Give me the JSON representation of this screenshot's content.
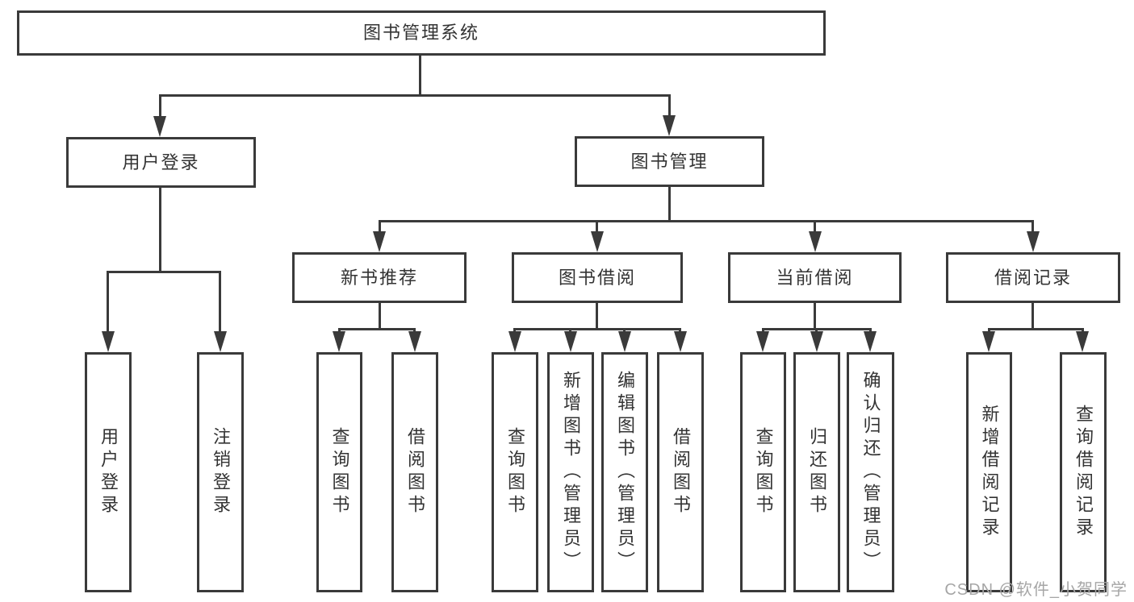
{
  "tree": {
    "root": "图书管理系统",
    "level2": [
      "用户登录",
      "图书管理"
    ],
    "level3": [
      "新书推荐",
      "图书借阅",
      "当前借阅",
      "借阅记录"
    ],
    "leaves": {
      "user": [
        "用户登录",
        "注销登录"
      ],
      "recommend": [
        "查询图书",
        "借阅图书"
      ],
      "borrow": [
        "查询图书",
        "新增图书（管理员）",
        "编辑图书（管理员）",
        "借阅图书"
      ],
      "current": [
        "查询图书",
        "归还图书",
        "确认归还（管理员）"
      ],
      "record": [
        "新增借阅记录",
        "查询借阅记录"
      ]
    }
  },
  "watermark": "CSDN @软件_小贺同学",
  "colors": {
    "line": "#3a3a3a",
    "text": "#333333",
    "background": "#ffffff",
    "box_fill": "#ffffff",
    "watermark": "#a6a6a6"
  }
}
